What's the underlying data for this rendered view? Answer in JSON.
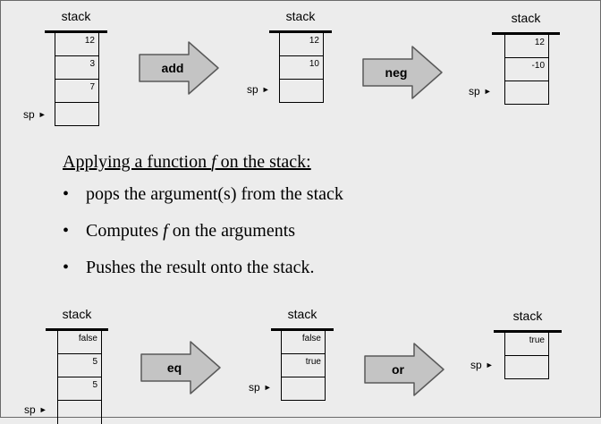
{
  "top_row": {
    "stacks": [
      {
        "title": "stack",
        "cells": [
          "12",
          "3",
          "7",
          ""
        ],
        "sp_label": "sp"
      },
      {
        "title": "stack",
        "cells": [
          "12",
          "10",
          ""
        ],
        "sp_label": "sp"
      },
      {
        "title": "stack",
        "cells": [
          "12",
          "-10",
          ""
        ],
        "sp_label": "sp"
      }
    ],
    "operations": [
      "add",
      "neg"
    ]
  },
  "caption": {
    "title_prefix": "Applying a function ",
    "title_fn": "f",
    "title_suffix": " on the stack:",
    "bullet": "•",
    "items": [
      {
        "before": "pops the argument(s) from the stack",
        "fn": "",
        "after": ""
      },
      {
        "before": "Computes ",
        "fn": "f",
        "after": " on the arguments"
      },
      {
        "before": "Pushes the result onto the stack.",
        "fn": "",
        "after": ""
      }
    ]
  },
  "bottom_row": {
    "stacks": [
      {
        "title": "stack",
        "cells": [
          "false",
          "5",
          "5",
          ""
        ],
        "sp_label": "sp"
      },
      {
        "title": "stack",
        "cells": [
          "false",
          "true",
          ""
        ],
        "sp_label": "sp"
      },
      {
        "title": "stack",
        "cells": [
          "true",
          ""
        ],
        "sp_label": "sp"
      }
    ],
    "operations": [
      "eq",
      "or"
    ]
  },
  "colors": {
    "arrow_fill": "#c4c4c4",
    "arrow_stroke": "#5a5a5a",
    "background": "#ececec"
  },
  "icons": {
    "sp_arrow": "►"
  }
}
